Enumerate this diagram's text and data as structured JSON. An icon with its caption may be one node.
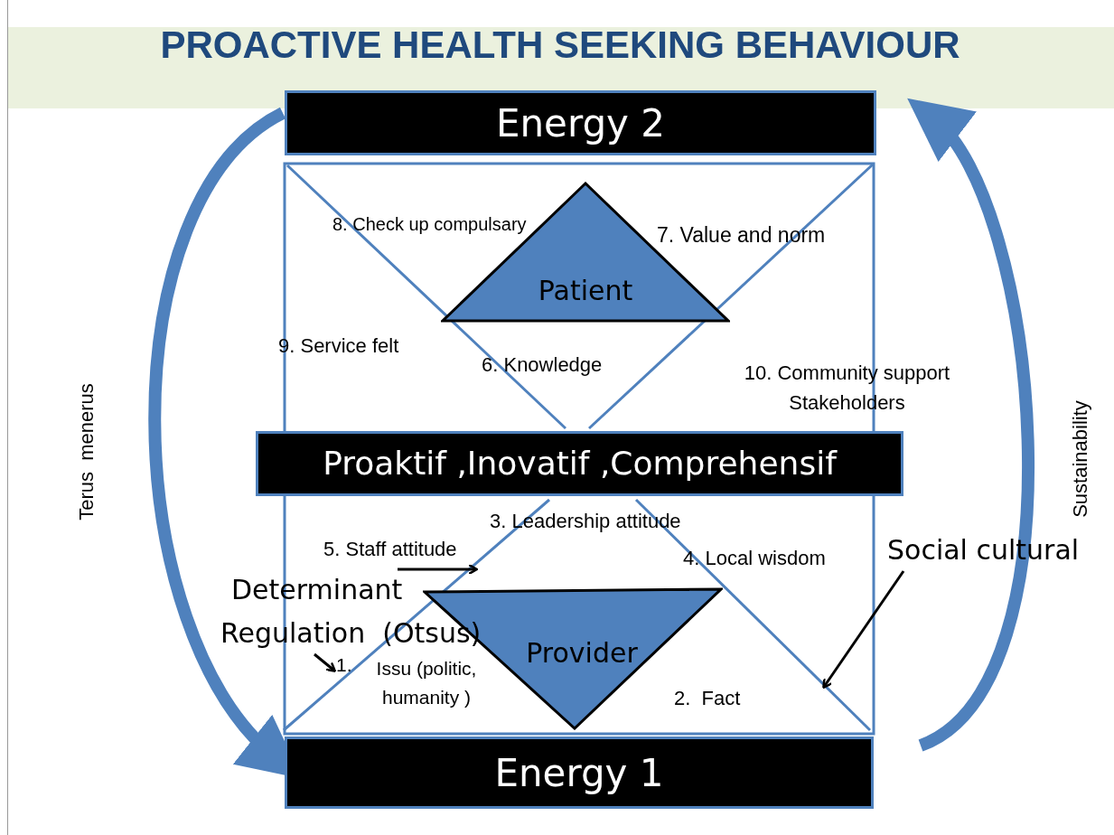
{
  "diagram": {
    "title": "PROACTIVE HEALTH SEEKING BEHAVIOUR",
    "nodes": [
      {
        "text": [
          "Energy 2"
        ]
      },
      {
        "text": [
          "Patient"
        ]
      },
      {
        "text": [
          "Proaktif ,Inovatif ,Comprehensif"
        ]
      },
      {
        "text": [
          "Provider"
        ]
      },
      {
        "text": [
          "Energy 1"
        ]
      },
      {
        "text": [
          "Determinant"
        ]
      },
      {
        "text": [
          "Regulation  (Otsus)"
        ]
      },
      {
        "text": [
          "Social cultural"
        ]
      },
      {
        "text": [
          "1."
        ]
      }
    ],
    "edges": [
      {
        "from": 0,
        "to": 4,
        "arrow": "to",
        "label": "Terus  menerus",
        "style": "thick",
        "color": "#4f81bd"
      },
      {
        "from": 4,
        "to": 0,
        "arrow": "to",
        "label": "Sustainability",
        "style": "thick",
        "color": "#4f81bd"
      },
      {
        "from": 5,
        "to": 3,
        "arrow": "to"
      },
      {
        "from": 6,
        "to": 8,
        "arrow": "to"
      },
      {
        "from": 7,
        "to": null,
        "arrow": "to"
      }
    ],
    "labels": [
      "8. Check up compulsary",
      "7. Value and norm",
      "9. Service felt",
      "6. Knowledge",
      "10. Community support Stakeholders",
      "3. Leadership attitude",
      "5. Staff attitude",
      "4. Local wisdom",
      "Issu (politic, humanity )",
      "2.  Fact"
    ]
  }
}
